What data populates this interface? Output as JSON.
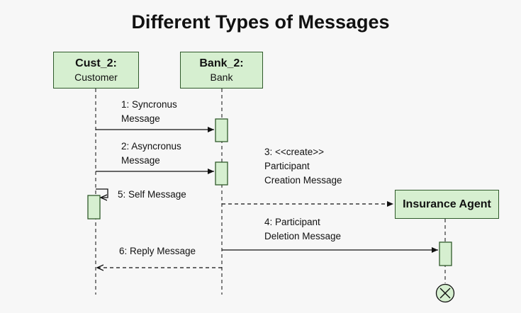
{
  "title": "Different Types of Messages",
  "participants": [
    {
      "name": "Cust_2:",
      "role": "Customer"
    },
    {
      "name": "Bank_2:",
      "role": "Bank"
    },
    {
      "name": "Insurance Agent",
      "role": ""
    }
  ],
  "messages": [
    {
      "label": "1: Syncronus\nMessage",
      "kind": "synchronous"
    },
    {
      "label": "2: Asyncronus\nMessage",
      "kind": "asynchronous"
    },
    {
      "label": "3: <<create>>\nParticipant\nCreation Message",
      "kind": "create"
    },
    {
      "label": "5: Self Message",
      "kind": "self"
    },
    {
      "label": "4: Participant\nDeletion Message",
      "kind": "delete"
    },
    {
      "label": "6: Reply Message",
      "kind": "reply"
    }
  ],
  "colors": {
    "box_fill": "#d6efd0",
    "box_border": "#2f5a2a",
    "line": "#111111",
    "background": "#f7f7f7"
  },
  "icons": {
    "destroy": "circle-x-icon"
  }
}
